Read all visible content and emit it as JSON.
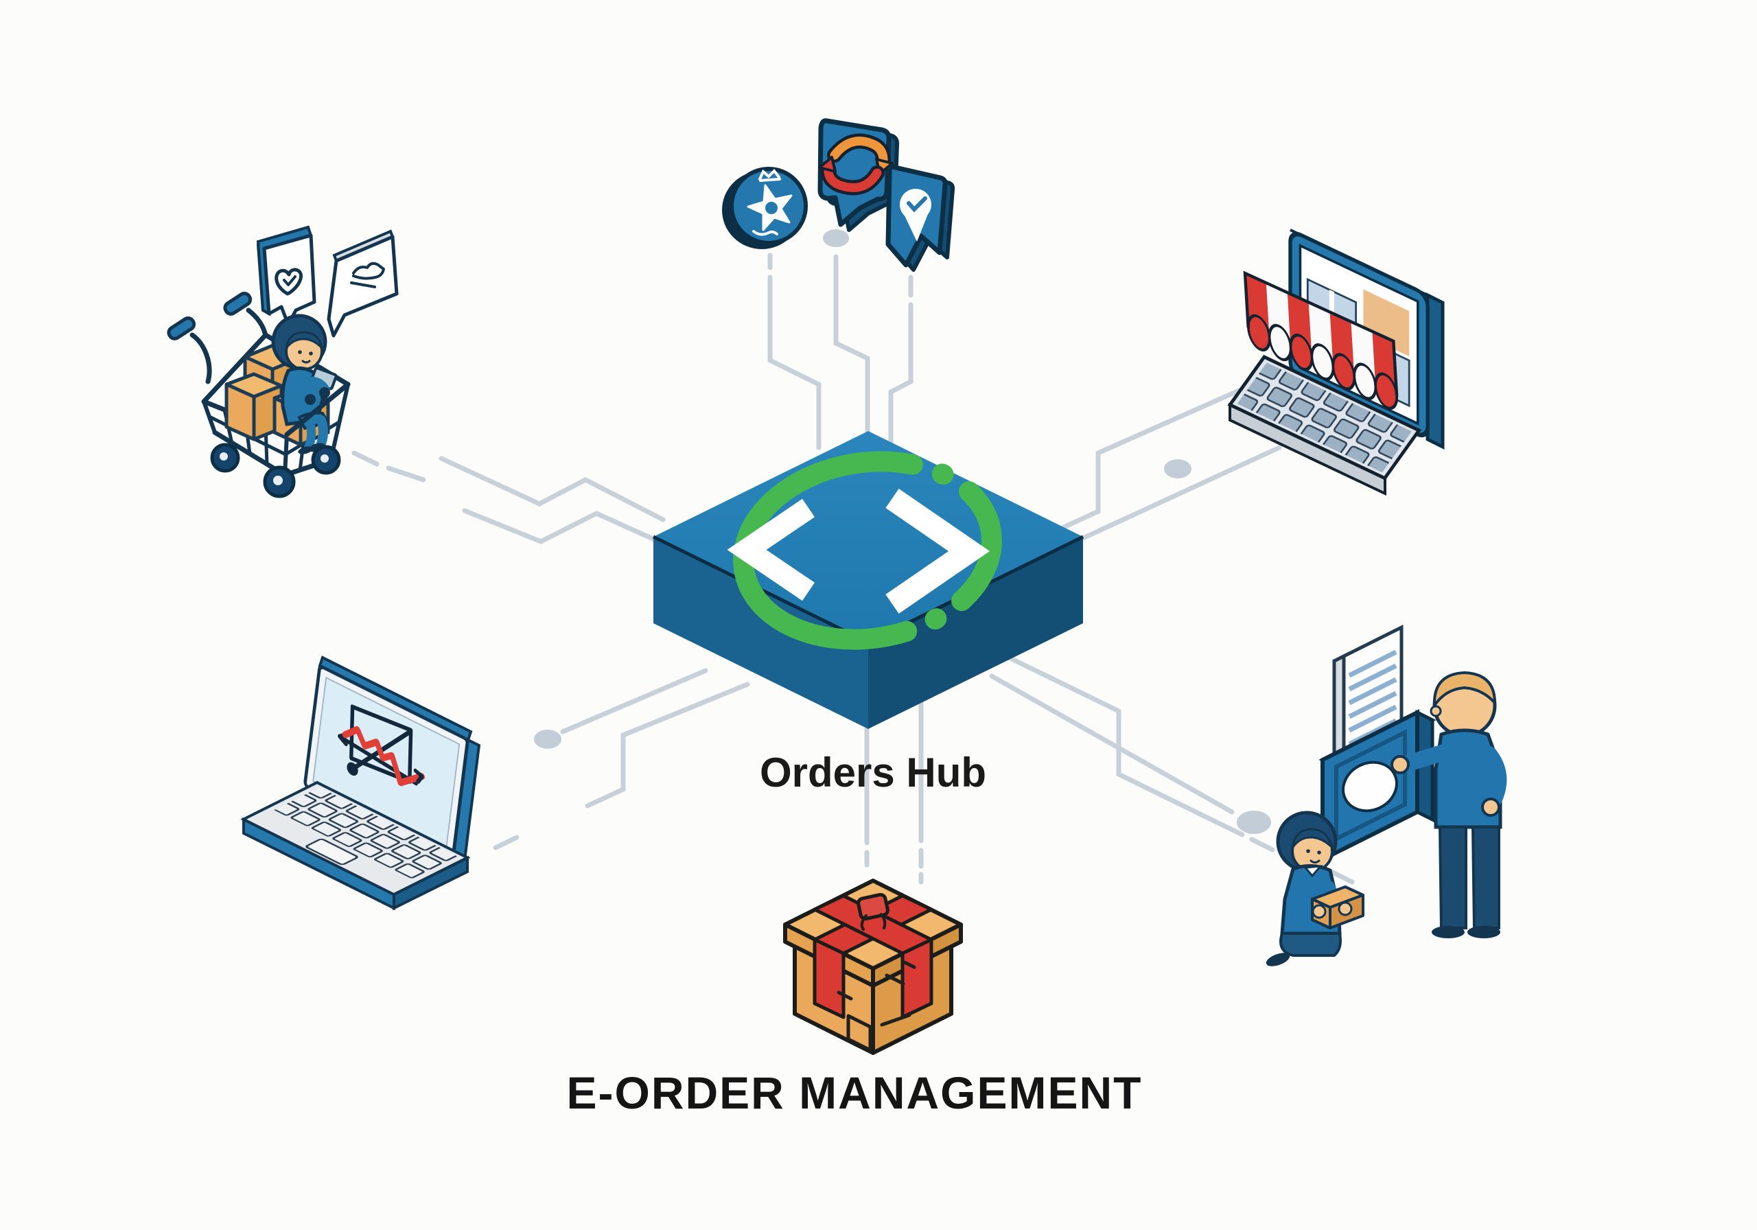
{
  "title": "E-ORDER MANAGEMENT",
  "hub": {
    "label": "Orders Hub",
    "icon": "code-brackets-icon",
    "shape": "isometric-hexagon",
    "top_color": "#2380b6",
    "left_color": "#1a6391",
    "right_color": "#134e74",
    "ring_color": "#47b84f",
    "glyph_color": "#ffffff"
  },
  "nodes": [
    {
      "id": "shopper-cart",
      "position": "top-left",
      "desc": "shopper sitting in shopping cart with boxes, phone and two speech bubbles"
    },
    {
      "id": "social-channels",
      "position": "top-center",
      "desc": "star badge, sync-arrows chat bubble, location-pin bookmark bubble"
    },
    {
      "id": "storefront-laptop",
      "position": "top-right",
      "desc": "laptop storefront with red-white striped awning"
    },
    {
      "id": "analytics-laptop",
      "position": "bottom-left",
      "desc": "laptop with sketched trend chart"
    },
    {
      "id": "package",
      "position": "bottom-center",
      "desc": "cardboard parcel with red ribbon"
    },
    {
      "id": "order-handoff",
      "position": "bottom-right",
      "desc": "two people at document inbox tray"
    }
  ],
  "colors": {
    "background": "#fcfcfb",
    "trace_gray": "#c8d1da",
    "outline_navy": "#14354f",
    "accent_blue": "#2478ad",
    "accent_green": "#47b84f",
    "accent_red": "#d93a33",
    "accent_orange": "#ef963c",
    "box_tan": "#eaa95c",
    "skin": "#f4c690",
    "text": "#151515"
  }
}
